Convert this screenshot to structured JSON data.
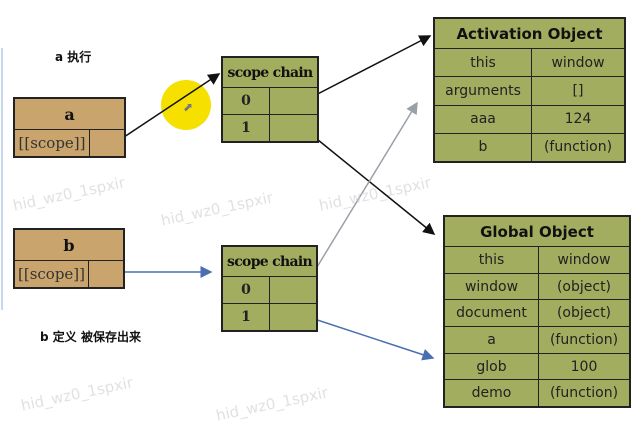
{
  "labels": {
    "a_exec": "a 执行",
    "b_define": "b 定义  被保存出来"
  },
  "func_a": {
    "name": "a",
    "scope_label": "[[scope]]"
  },
  "func_b": {
    "name": "b",
    "scope_label": "[[scope]]"
  },
  "scope_chain_a": {
    "title": "scope chain",
    "rows": [
      "0",
      "1"
    ]
  },
  "scope_chain_b": {
    "title": "scope chain",
    "rows": [
      "0",
      "1"
    ]
  },
  "activation_object": {
    "title": "Activation Object",
    "rows": [
      {
        "key": "this",
        "value": "window"
      },
      {
        "key": "arguments",
        "value": "[]"
      },
      {
        "key": "aaa",
        "value": "124"
      },
      {
        "key": "b",
        "value": "(function)"
      }
    ]
  },
  "global_object": {
    "title": "Global Object",
    "rows": [
      {
        "key": "this",
        "value": "window"
      },
      {
        "key": "window",
        "value": "(object)"
      },
      {
        "key": "document",
        "value": "(object)"
      },
      {
        "key": "a",
        "value": "(function)"
      },
      {
        "key": "glob",
        "value": "100"
      },
      {
        "key": "demo",
        "value": "(function)"
      }
    ]
  },
  "watermark": "hid_wz0_1spxir",
  "colors": {
    "brown": "#c9a46c",
    "green": "#a2ad5f",
    "arrow_black": "#111111",
    "arrow_blue": "#4a6fb0",
    "arrow_gray": "#9aa0a8",
    "highlight": "#f5e000"
  }
}
